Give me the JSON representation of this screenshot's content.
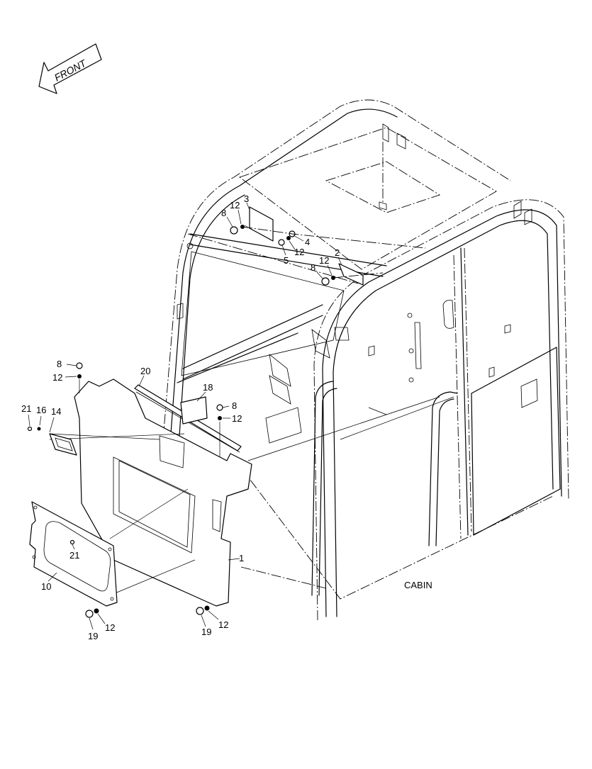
{
  "direction_label": "FRONT",
  "assembly_label": "CABIN",
  "callouts": [
    {
      "id": "c-3",
      "text": "3"
    },
    {
      "id": "c-12a",
      "text": "12"
    },
    {
      "id": "c-8a",
      "text": "8"
    },
    {
      "id": "c-4",
      "text": "4"
    },
    {
      "id": "c-12b",
      "text": "12"
    },
    {
      "id": "c-5",
      "text": "5"
    },
    {
      "id": "c-2",
      "text": "2"
    },
    {
      "id": "c-12c",
      "text": "12"
    },
    {
      "id": "c-8b",
      "text": "8"
    },
    {
      "id": "c-8c",
      "text": "8"
    },
    {
      "id": "c-12d",
      "text": "12"
    },
    {
      "id": "c-20",
      "text": "20"
    },
    {
      "id": "c-18",
      "text": "18"
    },
    {
      "id": "c-8d",
      "text": "8"
    },
    {
      "id": "c-12e",
      "text": "12"
    },
    {
      "id": "c-21a",
      "text": "21"
    },
    {
      "id": "c-16",
      "text": "16"
    },
    {
      "id": "c-14",
      "text": "14"
    },
    {
      "id": "c-21b",
      "text": "21"
    },
    {
      "id": "c-1",
      "text": "1"
    },
    {
      "id": "c-10",
      "text": "10"
    },
    {
      "id": "c-12f",
      "text": "12"
    },
    {
      "id": "c-19a",
      "text": "19"
    },
    {
      "id": "c-12g",
      "text": "12"
    },
    {
      "id": "c-19b",
      "text": "19"
    }
  ]
}
